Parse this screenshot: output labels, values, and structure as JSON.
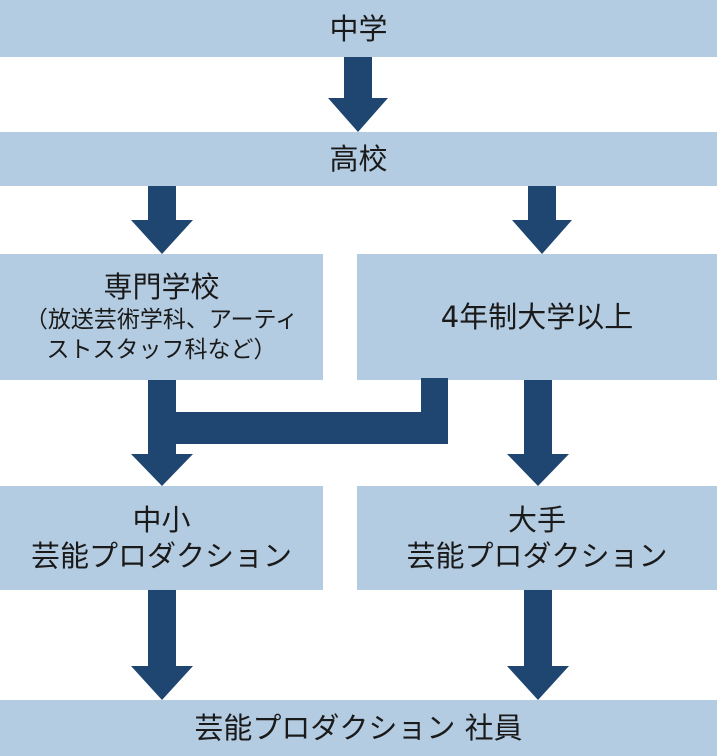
{
  "nodes": {
    "junior_high": {
      "lines": [
        "中学"
      ]
    },
    "high_school": {
      "lines": [
        "高校"
      ]
    },
    "vocational_school": {
      "lines": [
        "専門学校",
        "（放送芸術学科、アーティ",
        "ストスタッフ科など）"
      ]
    },
    "university": {
      "lines": [
        "4年制大学以上"
      ]
    },
    "small_agency": {
      "lines": [
        "中小",
        "芸能プロダクション"
      ]
    },
    "major_agency": {
      "lines": [
        "大手",
        "芸能プロダクション"
      ]
    },
    "agency_employee": {
      "lines": [
        "芸能プロダクション 社員"
      ]
    }
  },
  "colors": {
    "box_fill": "#b4cce2",
    "arrow_fill": "#1f4670",
    "text": "#1a1a1a"
  }
}
